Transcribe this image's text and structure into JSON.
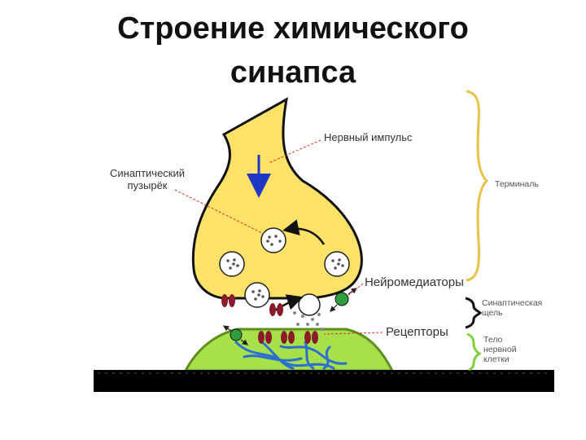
{
  "title": {
    "line1": "Строение химического",
    "line2": "синапса"
  },
  "labels": {
    "nerve_impulse": "Нервный импульс",
    "vesicle_line1": "Синаптический",
    "vesicle_line2": "пузырёк",
    "terminal": "Терминаль",
    "neurotransmitters": "Нейромедиаторы",
    "cleft_line1": "Синаптическая",
    "cleft_line2": "щель",
    "receptors": "Рецепторы",
    "body_line1": "Тело",
    "body_line2": "нервной",
    "body_line3": "клетки"
  },
  "colors": {
    "terminal_fill": "#fde26a",
    "terminal_outline": "#b89a1c",
    "postsynaptic_fill": "#a6e04a",
    "brace_yellow": "#e7c34a",
    "brace_black": "#111111",
    "brace_green": "#7fcf3f",
    "receptor": "#8b1a2b",
    "enzyme": "#2f9e3c",
    "arrow_blue": "#1f36c8",
    "filaments": "#2d6fd0",
    "leader_red": "#d9342b"
  }
}
